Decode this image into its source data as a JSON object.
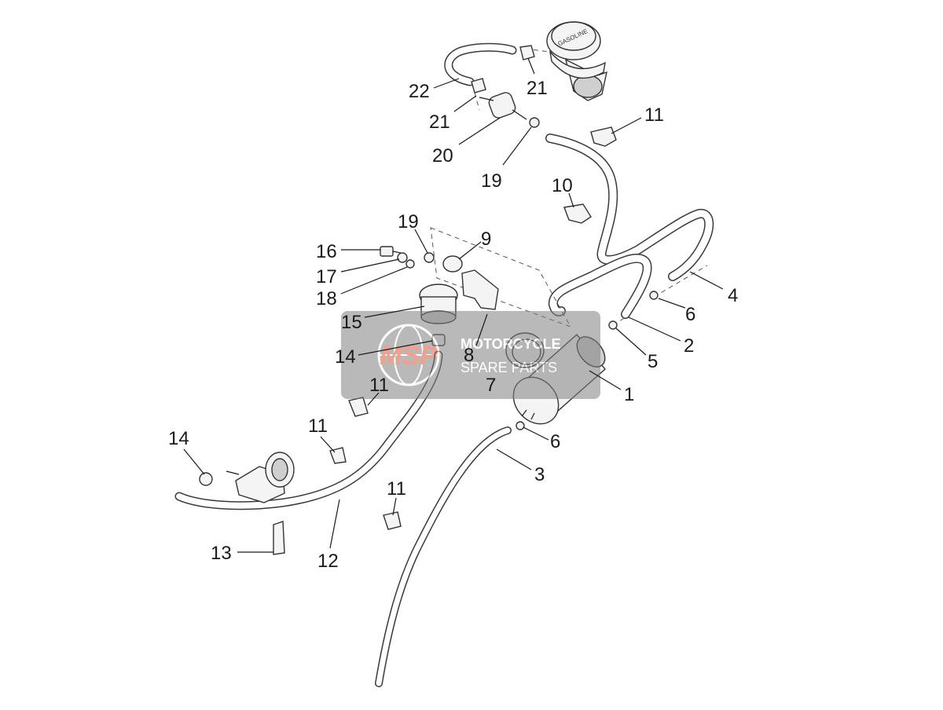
{
  "watermark": {
    "logo_letters": "MSP",
    "line1": "MOTORCYCLE",
    "line2": "SPARE PARTS",
    "band_color": "#808080",
    "accent_color": "#e8542f"
  },
  "tank_cap_text": "GASOLINE",
  "callouts": [
    {
      "id": "c22",
      "text": "22"
    },
    {
      "id": "c21a",
      "text": "21"
    },
    {
      "id": "c21b",
      "text": "21"
    },
    {
      "id": "c20",
      "text": "20"
    },
    {
      "id": "c19a",
      "text": "19"
    },
    {
      "id": "c11a",
      "text": "11"
    },
    {
      "id": "c10",
      "text": "10"
    },
    {
      "id": "c19b",
      "text": "19"
    },
    {
      "id": "c9",
      "text": "9"
    },
    {
      "id": "c16",
      "text": "16"
    },
    {
      "id": "c17",
      "text": "17"
    },
    {
      "id": "c18",
      "text": "18"
    },
    {
      "id": "c15",
      "text": "15"
    },
    {
      "id": "c8",
      "text": "8"
    },
    {
      "id": "c14a",
      "text": "14"
    },
    {
      "id": "c7",
      "text": "7"
    },
    {
      "id": "c4",
      "text": "4"
    },
    {
      "id": "c6a",
      "text": "6"
    },
    {
      "id": "c2",
      "text": "2"
    },
    {
      "id": "c5",
      "text": "5"
    },
    {
      "id": "c1",
      "text": "1"
    },
    {
      "id": "c11b",
      "text": "11"
    },
    {
      "id": "c6b",
      "text": "6"
    },
    {
      "id": "c11c",
      "text": "11"
    },
    {
      "id": "c14b",
      "text": "14"
    },
    {
      "id": "c3",
      "text": "3"
    },
    {
      "id": "c11d",
      "text": "11"
    },
    {
      "id": "c13",
      "text": "13"
    },
    {
      "id": "c12",
      "text": "12"
    }
  ]
}
